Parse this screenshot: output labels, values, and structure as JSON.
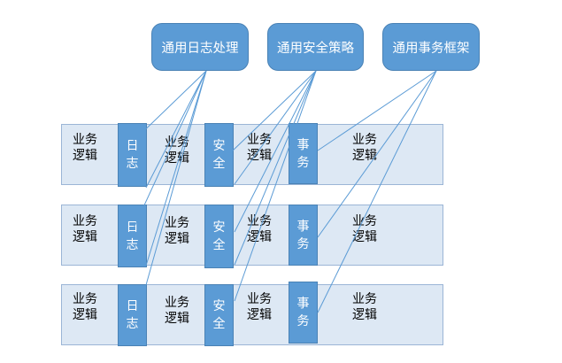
{
  "aspects": {
    "log": "通用日志处理",
    "security": "通用安全策略",
    "transaction": "通用事务框架"
  },
  "business_logic": [
    "业务",
    "逻辑"
  ],
  "bars": {
    "log": [
      "日",
      "志"
    ],
    "security": [
      "安",
      "全"
    ],
    "transaction": [
      "事",
      "务"
    ]
  },
  "colors": {
    "box_fill": "#5b9bd5",
    "band_fill": "#dde8f4",
    "connector": "#5b9bd5"
  }
}
